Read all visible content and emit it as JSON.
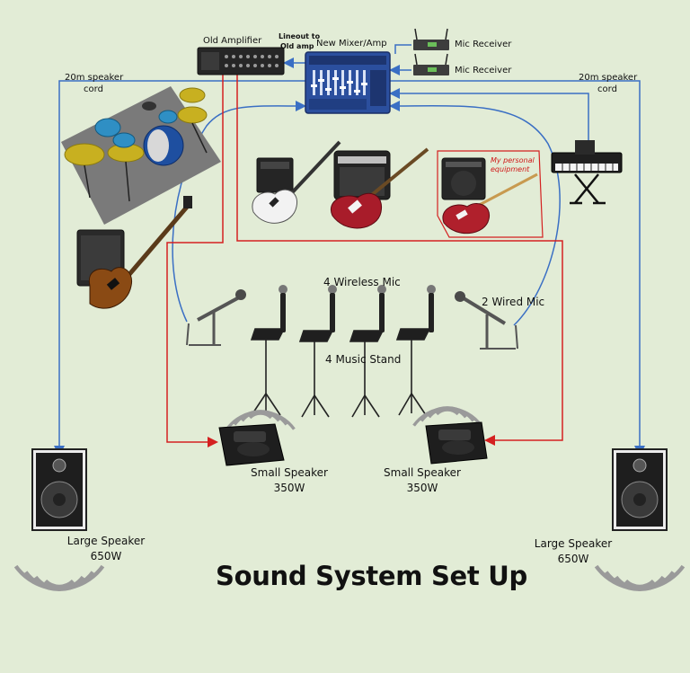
{
  "title": "Sound System Set Up",
  "labels": {
    "old_amplifier": "Old Amplifier",
    "lineout_line1": "Lineout to",
    "lineout_line2": "Old amp",
    "new_mixer": "New Mixer/Amp",
    "mic_receiver_1": "Mic Receiver",
    "mic_receiver_2": "Mic Receiver",
    "cord_left_line1": "20m speaker",
    "cord_left_line2": "cord",
    "cord_right_line1": "20m speaker",
    "cord_right_line2": "cord",
    "personal_line1": "My personal",
    "personal_line2": "equipment",
    "wireless_mic": "4 Wireless Mic",
    "wired_mic": "2 Wired Mic",
    "music_stand": "4 Music Stand",
    "small_speaker_left_name": "Small Speaker",
    "small_speaker_left_watts": "350W",
    "small_speaker_right_name": "Small Speaker",
    "small_speaker_right_watts": "350W",
    "large_speaker_left_name": "Large Speaker",
    "large_speaker_left_watts": "650W",
    "large_speaker_right_name": "Large Speaker",
    "large_speaker_right_watts": "650W"
  },
  "colors": {
    "background": "#e2ecd6",
    "blue_cable": "#3a6fc4",
    "red_cable": "#d42020",
    "mixer_blue": "#2b4f9e"
  },
  "icons": [
    "old-amplifier-icon",
    "mixer-icon",
    "mic-receiver-icon",
    "drum-kit-icon",
    "bass-guitar-icon",
    "electric-guitar-icon",
    "guitar-amp-icon",
    "keyboard-icon",
    "microphone-icon",
    "music-stand-icon",
    "monitor-speaker-icon",
    "large-speaker-icon",
    "sound-wave-icon"
  ]
}
